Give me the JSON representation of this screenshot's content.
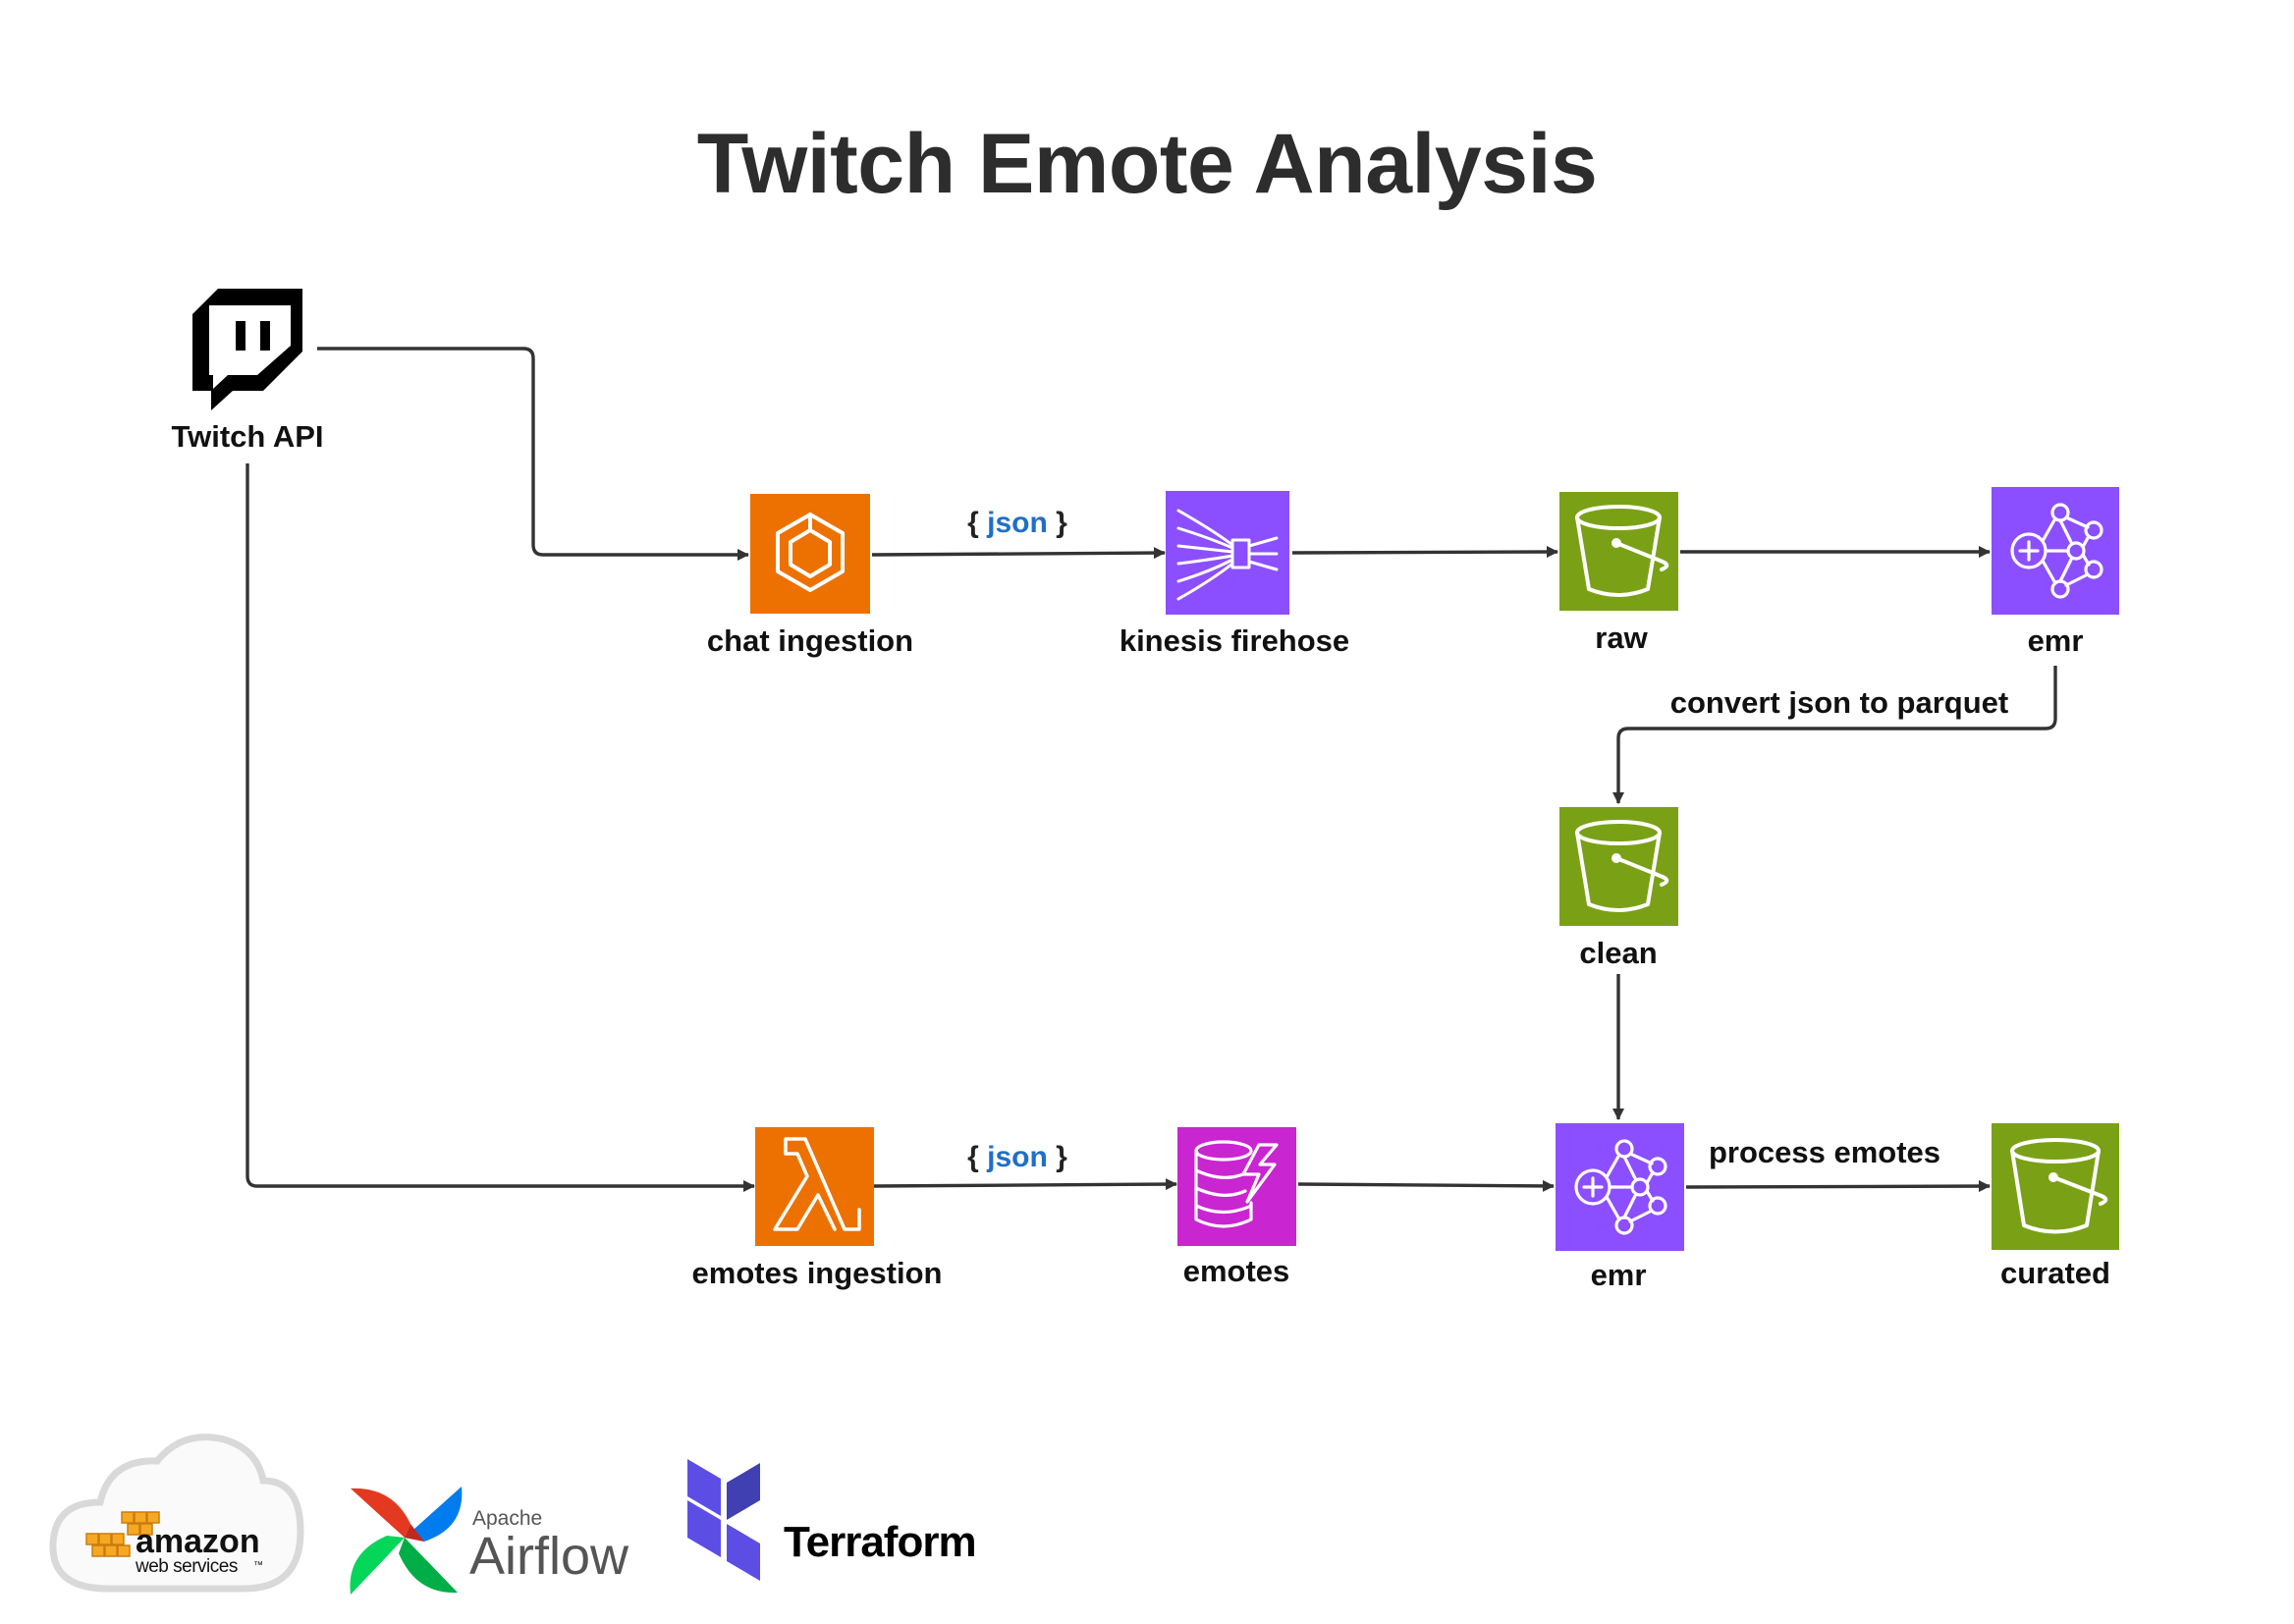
{
  "title": "Twitch Emote Analysis",
  "colors": {
    "compute": "#ED7100",
    "analytics": "#8C4FFF",
    "storage": "#7AA116",
    "database": "#C925D1",
    "edge": "#333333",
    "json_text": "#1F6FC9"
  },
  "nodes": {
    "twitch_api": {
      "label": "Twitch API",
      "icon": "twitch-logo-icon"
    },
    "chat_ingestion": {
      "label": "chat ingestion",
      "icon": "ecs-container-icon"
    },
    "kinesis_firehose": {
      "label": "kinesis firehose",
      "icon": "kinesis-firehose-icon"
    },
    "raw": {
      "label": "raw",
      "icon": "s3-bucket-icon"
    },
    "emr_top": {
      "label": "emr",
      "icon": "emr-cluster-icon"
    },
    "clean": {
      "label": "clean",
      "icon": "s3-bucket-icon"
    },
    "emotes_ingestion": {
      "label": "emotes ingestion",
      "icon": "lambda-icon"
    },
    "emotes": {
      "label": "emotes",
      "icon": "dynamodb-icon"
    },
    "emr_bottom": {
      "label": "emr",
      "icon": "emr-cluster-icon"
    },
    "curated": {
      "label": "curated",
      "icon": "s3-bucket-icon"
    }
  },
  "edge_labels": {
    "json_top": {
      "open": "{",
      "word": "json",
      "close": "}"
    },
    "json_bottom": {
      "open": "{",
      "word": "json",
      "close": "}"
    },
    "convert": "convert json to parquet",
    "process": "process emotes"
  },
  "logos": {
    "aws": {
      "line1": "amazon",
      "line2": "web services",
      "tm": "™"
    },
    "airflow": {
      "small": "Apache",
      "big": "Airflow"
    },
    "terraform": {
      "name": "Terraform"
    }
  }
}
